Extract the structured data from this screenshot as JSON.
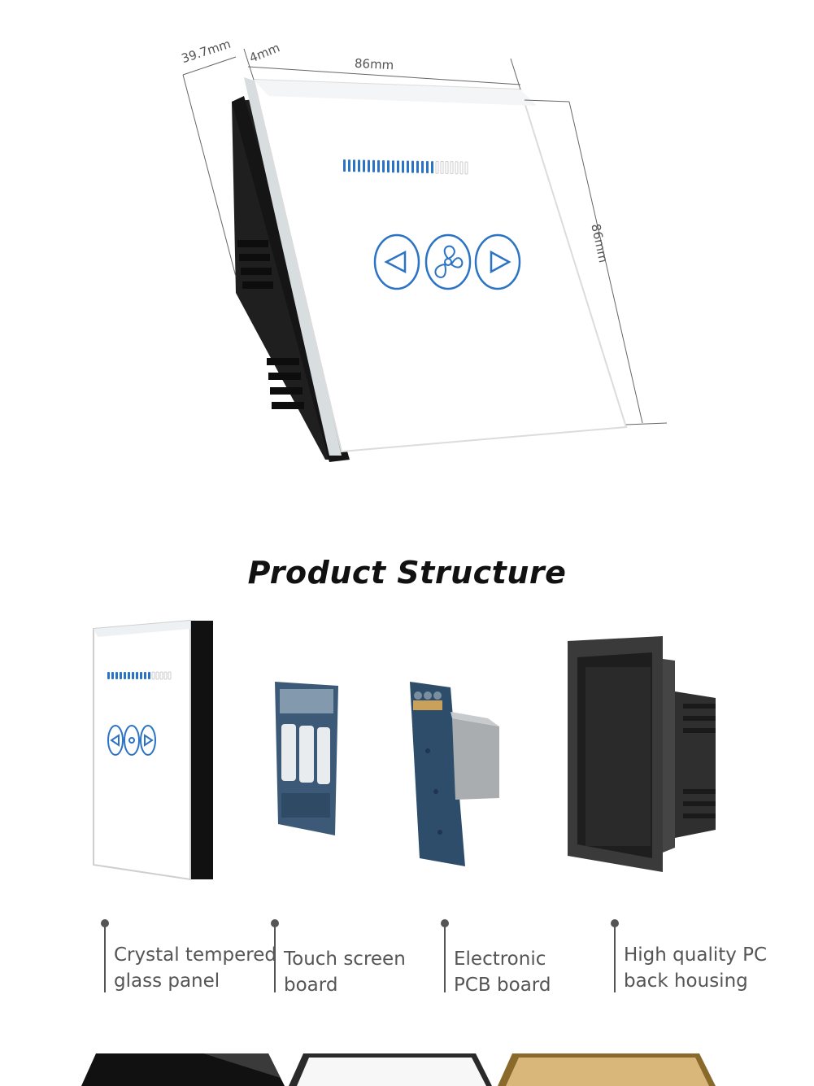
{
  "dimensions": {
    "depth": "39.7mm",
    "thickness": "4mm",
    "width": "86mm",
    "height": "86mm"
  },
  "title": "Product Structure",
  "components": [
    {
      "line1": "Crystal tempered",
      "line2": "glass panel"
    },
    {
      "line1": "Touch screen",
      "line2": "board"
    },
    {
      "line1": "Electronic",
      "line2": "PCB board"
    },
    {
      "line1": "High quality PC",
      "line2": "back housing"
    }
  ],
  "colors": {
    "accent_blue": "#2a73c5",
    "frame_black": "#1c1c1c",
    "gold_variant": "#c9a15a"
  },
  "icons": [
    "fan-speed-down-icon",
    "fan-icon",
    "fan-speed-up-icon"
  ]
}
